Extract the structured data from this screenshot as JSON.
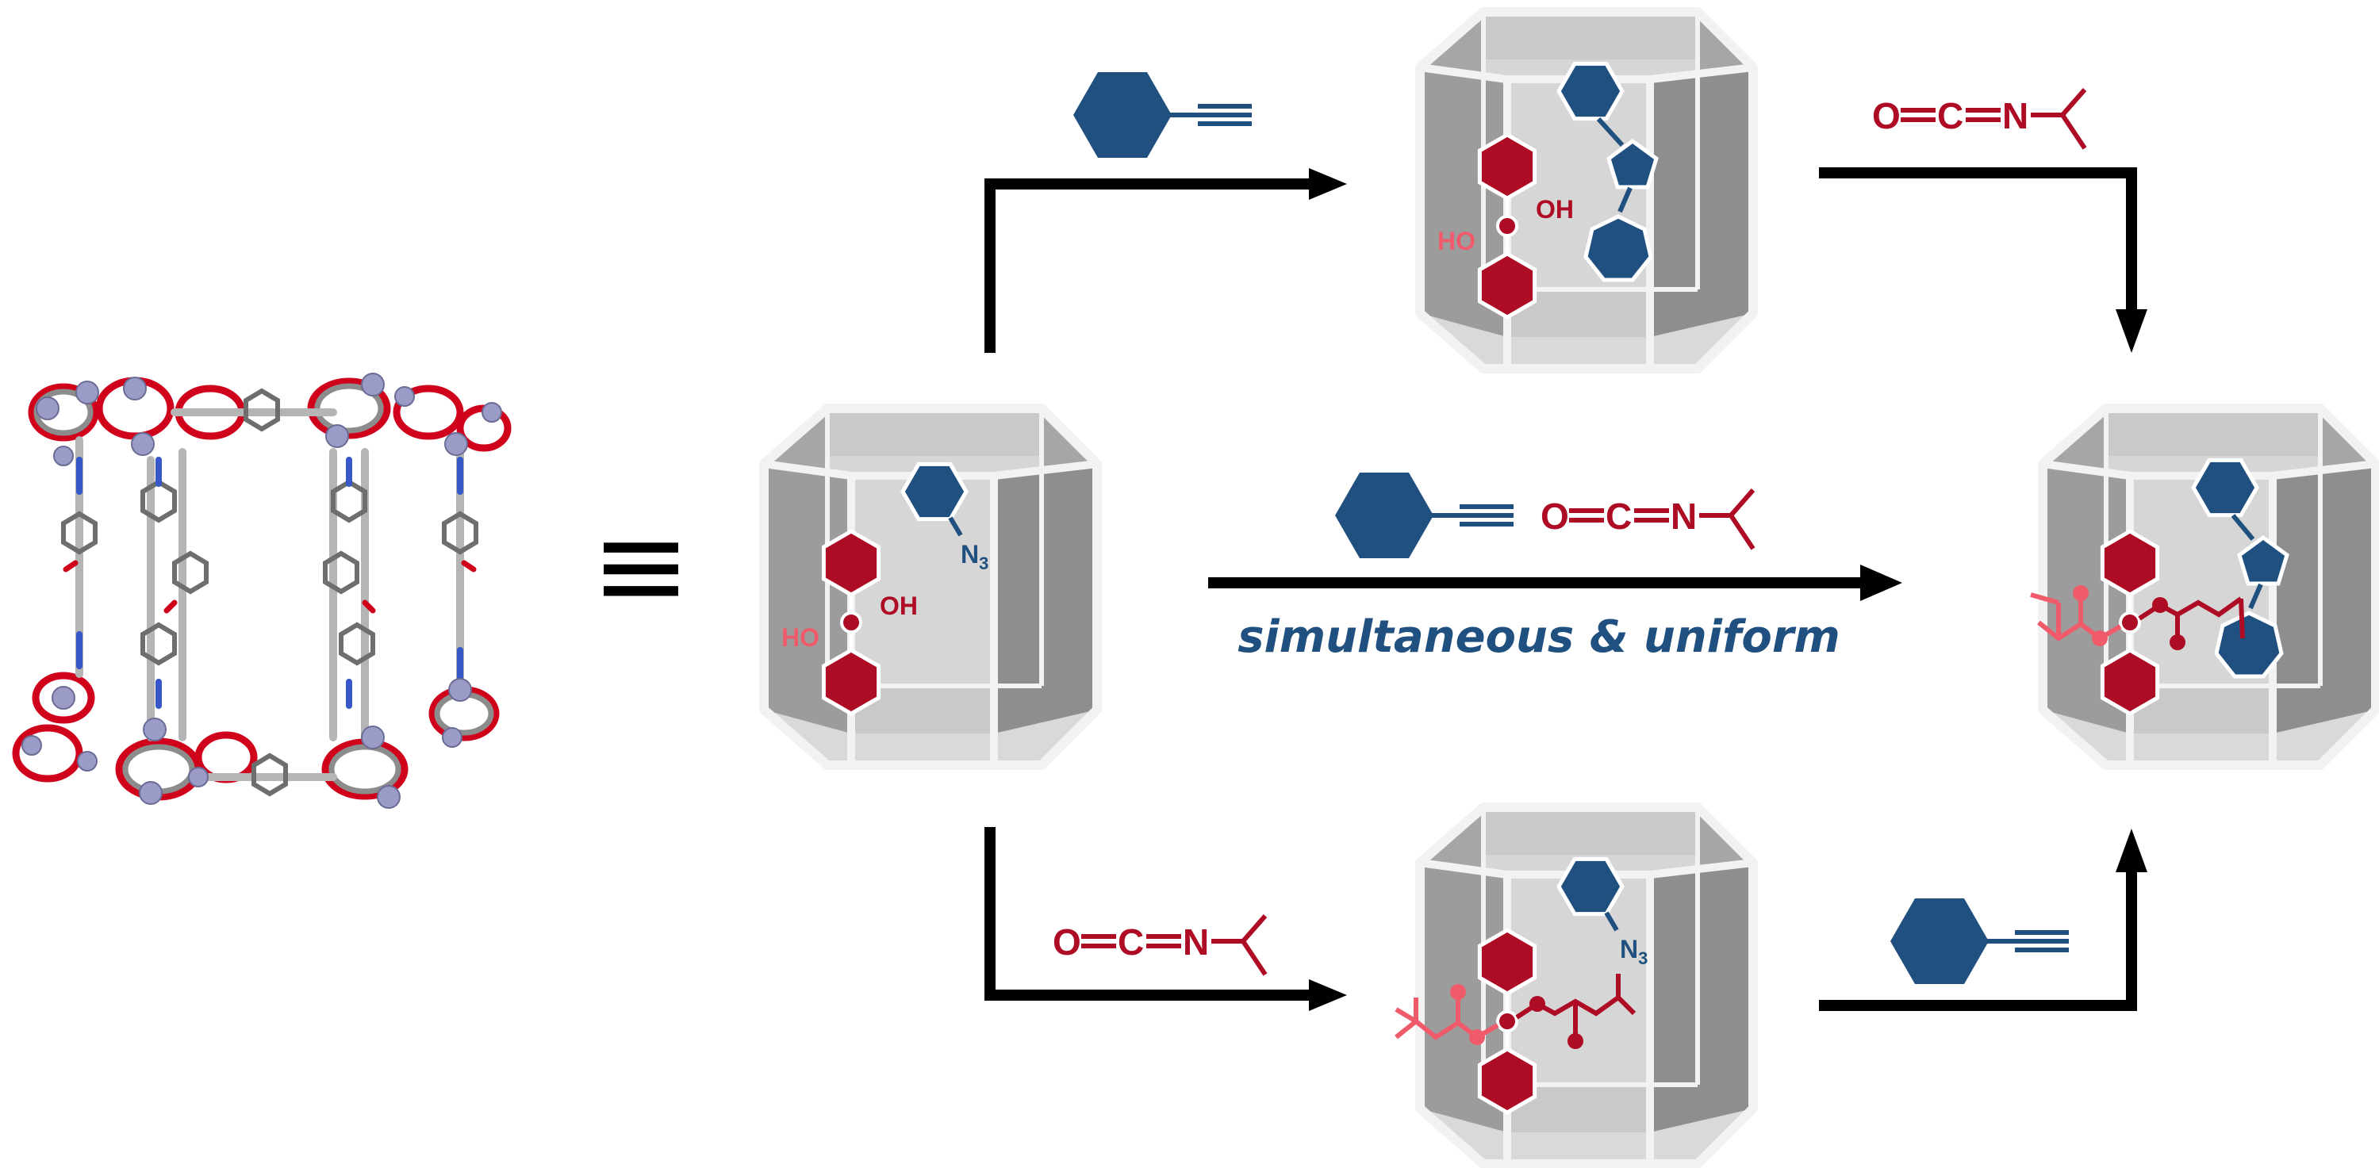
{
  "equivalence_symbol": "≡",
  "labels": {
    "hydroxyl_1": "OH",
    "hydroxyl_2": "HO",
    "azide_N": "N",
    "azide_sub": "3",
    "isocyanate_O": "O",
    "isocyanate_C": "C",
    "isocyanate_N": "N"
  },
  "caption": "simultaneous & uniform",
  "colors": {
    "navy": "#20507f",
    "crimson": "#ad0c24",
    "pink": "#ef5b6b",
    "black": "#000000",
    "cage_dark": "#9e9e9e",
    "cage_light": "#dcdcdc",
    "cage_edge": "#f2f2f2"
  },
  "icons": {
    "crystal_structure": "molecular-cage-render",
    "cage": "hexagonal-prism-cage",
    "alkyne": "hexagon-with-triple-bond",
    "isocyanate": "isopropyl-isocyanate",
    "triazole": "pentagon-ring",
    "boronate": "red-hexagon-pair"
  }
}
